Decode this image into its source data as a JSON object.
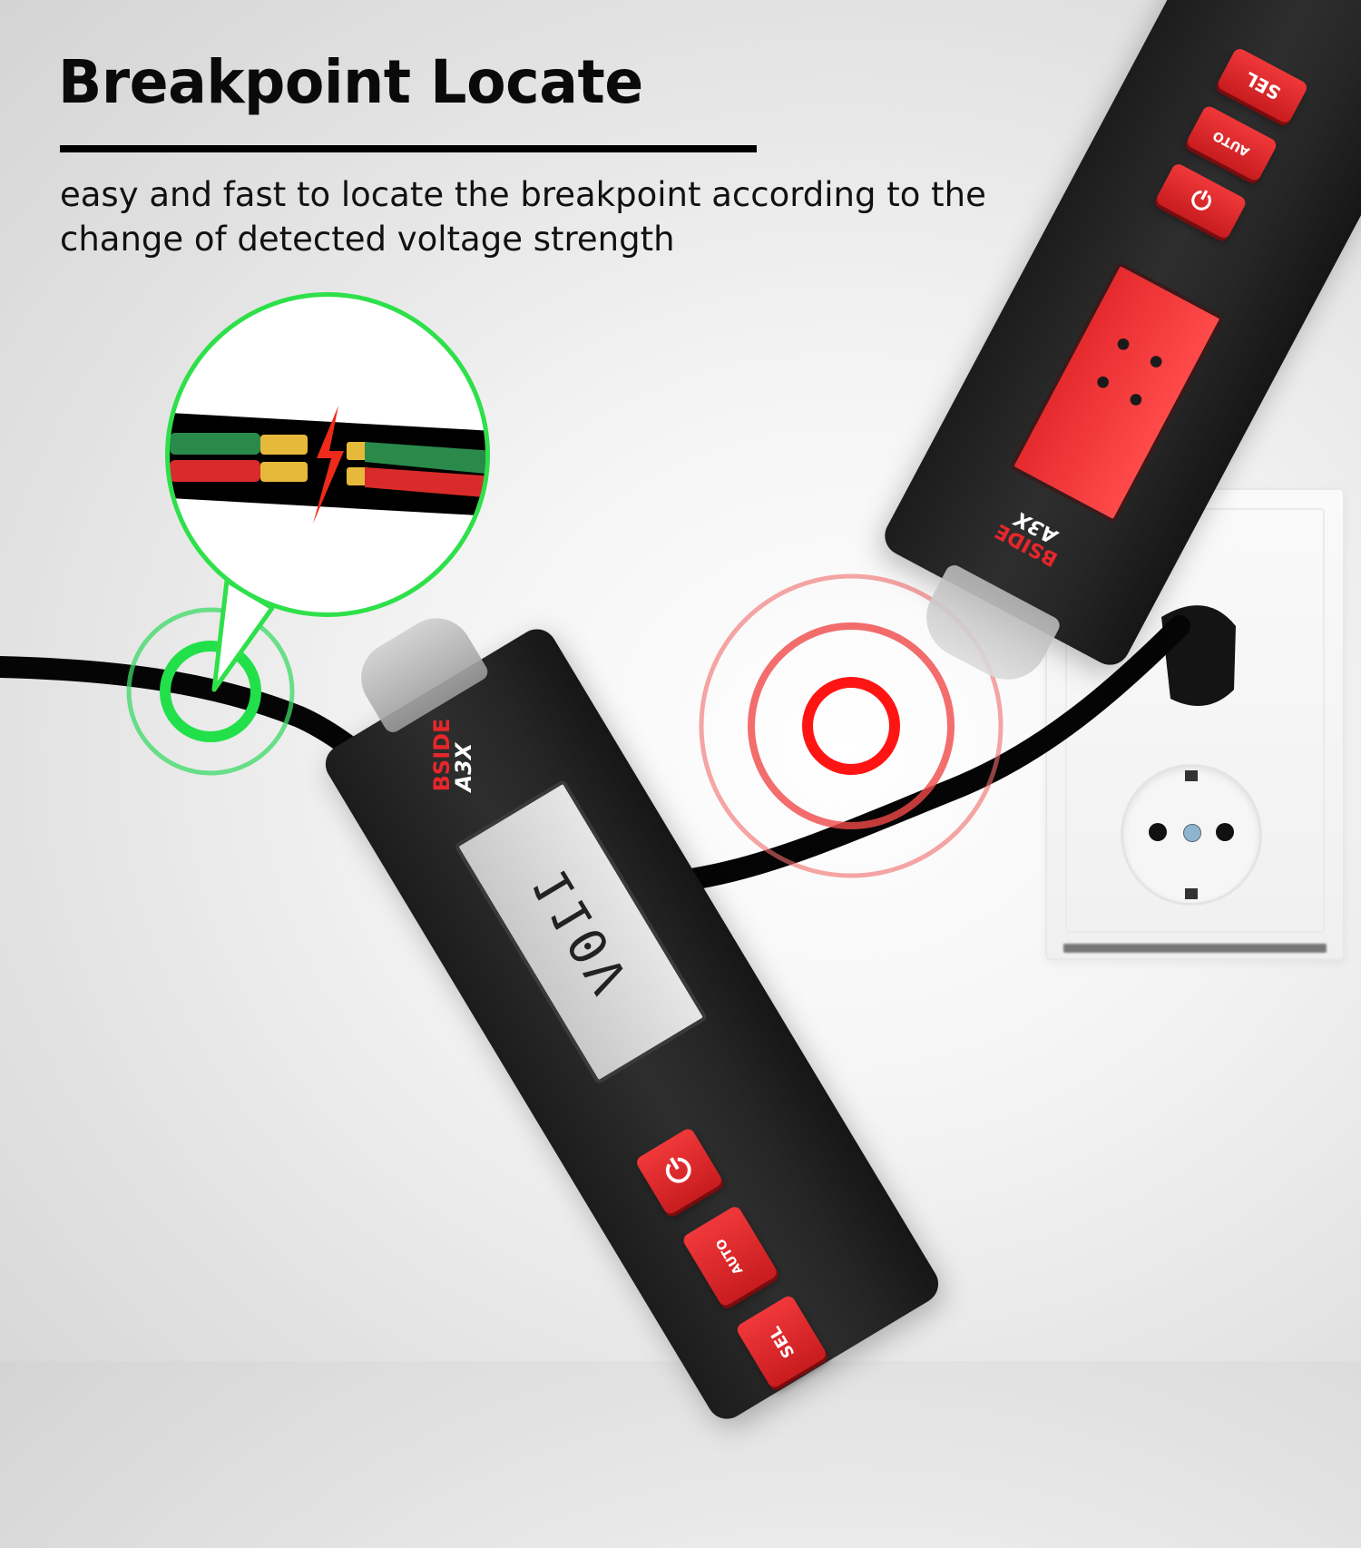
{
  "header": {
    "title": "Breakpoint Locate",
    "subtitle": "easy and fast to locate the breakpoint according to the change of detected voltage strength"
  },
  "colors": {
    "accent_red": "#e8262b",
    "signal_green": "#2ee04a",
    "signal_red": "#ff1a1a",
    "body_black": "#222222",
    "lcd_gray": "#d6d6d6"
  },
  "callout": {
    "icon": "broken-wire-icon",
    "wires": [
      "green",
      "red"
    ],
    "break_symbol": "lightning-bolt-icon"
  },
  "tester_bottom": {
    "brand": "BSIDE",
    "model": "A3X",
    "lcd_reading": "110V",
    "signal_color": "green",
    "buttons": [
      {
        "icon": "power-icon",
        "label": "⏻"
      },
      {
        "icon": "auto-flashlight-icon",
        "label": "AUTO"
      },
      {
        "icon": "sel-icon",
        "label": "SEL"
      }
    ]
  },
  "tester_top": {
    "brand": "BSIDE",
    "model": "A3X",
    "lcd_indicator": "• • • •",
    "signal_color": "red",
    "buttons": [
      {
        "icon": "sel-icon",
        "label": "SEL"
      },
      {
        "icon": "auto-flashlight-icon",
        "label": "AUTO"
      },
      {
        "icon": "power-icon",
        "label": "⏻"
      }
    ]
  },
  "outlet": {
    "type": "schuko-socket"
  }
}
